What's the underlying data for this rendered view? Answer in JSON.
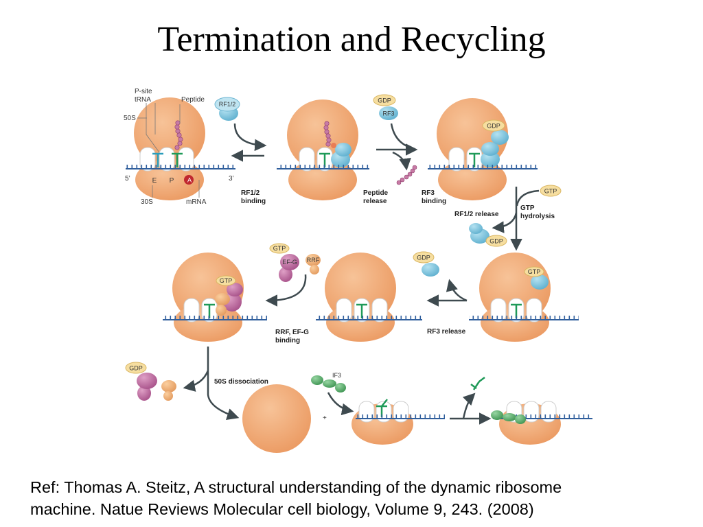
{
  "title": "Termination and Recycling",
  "reference": {
    "line1": "Ref: Thomas A. Steitz, A structural understanding of the dynamic ribosome",
    "line2": "machine. Natue Reviews Molecular cell biology, Volume 9, 243. (2008)"
  },
  "colors": {
    "ribosome": "#f2ab78",
    "ribosome_edge": "#d98a55",
    "mrna": "#2f5e9c",
    "trna_green": "#1f9a58",
    "trna_teal": "#2a9dbb",
    "rf_blue": "#7cc4de",
    "efg_purple": "#c16b9e",
    "gtp_bubble": "#f6dea0",
    "if3_green": "#5fae6e",
    "a_site_red": "#c0282f",
    "arrow": "#3e4a4f"
  },
  "diagram": {
    "labels": {
      "p_site": "P-site",
      "trna": "tRNA",
      "peptide": "Peptide",
      "s50": "50S",
      "five_prime": "5’",
      "three_prime": "3’",
      "e_site": "E",
      "p_site_letter": "P",
      "a_site": "A",
      "s30": "30S",
      "mrna": "mRNA",
      "rf12": "RF1/2",
      "gdp": "GDP",
      "rf3": "RF3",
      "gtp": "GTP",
      "efg": "EF-G",
      "rrf": "RRF",
      "if3": "IF3",
      "plus": "+"
    },
    "steps": {
      "rf12_binding_1": "RF1/2",
      "rf12_binding_2": "binding",
      "peptide_release_1": "Peptide",
      "peptide_release_2": "release",
      "rf3_binding_1": "RF3",
      "rf3_binding_2": "binding",
      "rf12_release": "RF1/2 release",
      "gtp_hydrolysis_1": "GTP",
      "gtp_hydrolysis_2": "hydrolysis",
      "rf3_release": "RF3 release",
      "rrf_efg_binding_1": "RRF, EF-G",
      "rrf_efg_binding_2": "binding",
      "dissociation_50s": "50S dissociation"
    }
  }
}
